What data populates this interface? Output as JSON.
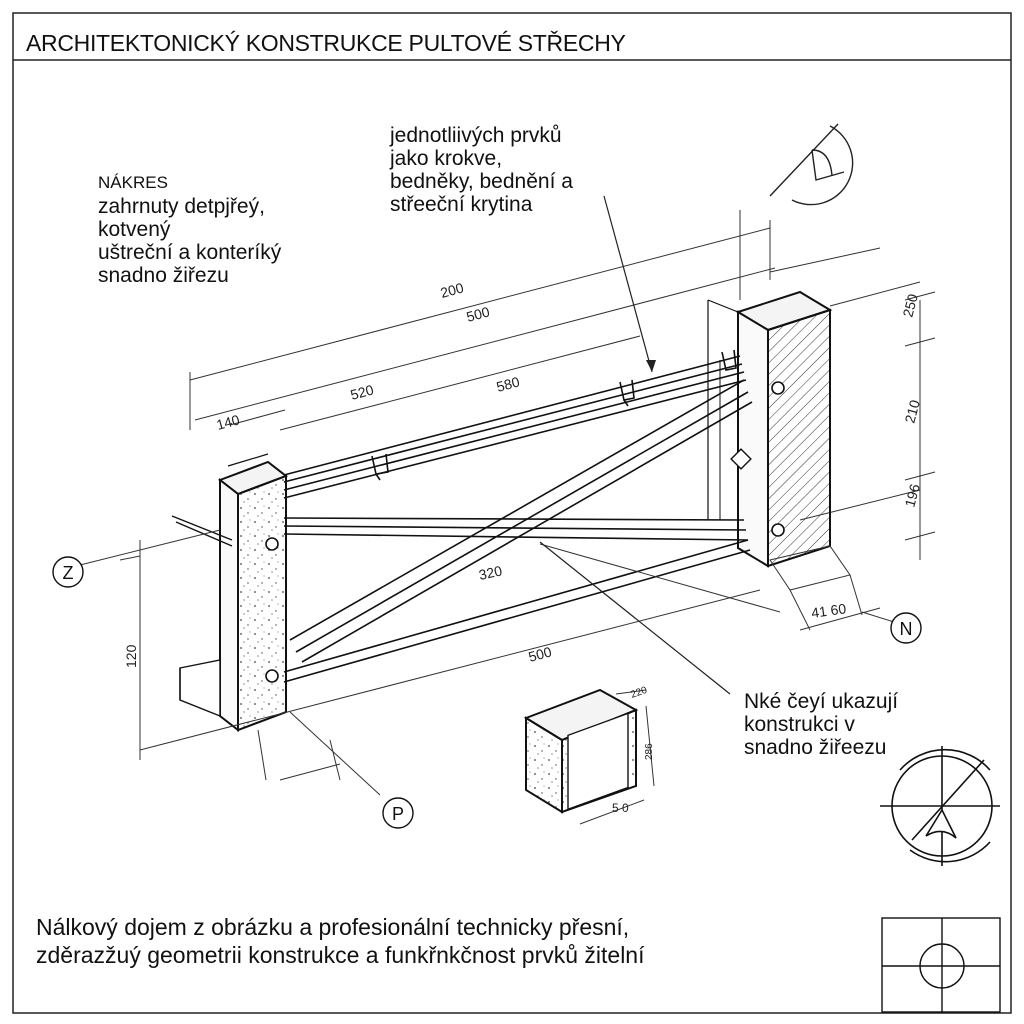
{
  "title": "ARCHITEKTONICKÝ KONSTRUKCE PULTOVÉ STŘECHY",
  "note_left": {
    "lines": [
      "NÁKRES",
      "zahrnuty detpjřeý,",
      "kotvený",
      "uštreční a konteríký",
      " snadno žiřezu"
    ]
  },
  "note_top": {
    "lines": [
      "jednotliivých prvků",
      " jako krokve,",
      " bedněky, bednění a",
      " střeeční krytina"
    ]
  },
  "note_right": {
    "lines": [
      "Nké čeyí ukazují",
      " konstrukci v",
      "snadno žiřeezu"
    ]
  },
  "bottom_text": {
    "lines": [
      "Nálkový dojem z obrázku a profesionální technicky přesní,",
      "zděrazžuý geometrii konstrukce a funkřnkčnost prvků žitelní"
    ]
  },
  "dimensions": {
    "d200": "200",
    "d500_top": "500",
    "d520": "520",
    "d580": "580",
    "d140": "140",
    "d320": "320",
    "d500_bottom": "500",
    "d120": "120",
    "d250": "250",
    "d210": "210",
    "d196": "196",
    "d4160": "41 60",
    "box_w": "5 0",
    "box_h": "286",
    "box_d": "220"
  },
  "markers": {
    "z": "Z",
    "n": "N",
    "p": "P"
  }
}
